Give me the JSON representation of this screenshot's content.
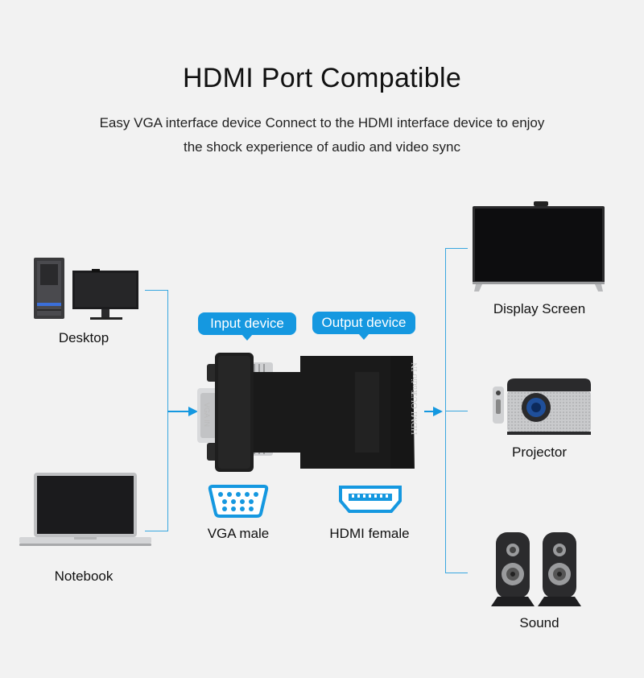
{
  "header": {
    "title": "HDMI Port Compatible",
    "subtitle_line1": "Easy VGA interface device Connect to the HDMI interface device to enjoy",
    "subtitle_line2": "the shock experience of audio and video sync"
  },
  "inputs": {
    "desktop_label": "Desktop",
    "notebook_label": "Notebook"
  },
  "adapter": {
    "input_badge": "Input device",
    "output_badge": "Output device",
    "vga_in_text": "VGA IN",
    "hdmi_out_text": "HDMI OUT",
    "audio_in_text": "Audio IN",
    "vga_port_label": "VGA male",
    "hdmi_port_label": "HDMI female"
  },
  "outputs": {
    "display_label": "Display Screen",
    "projector_label": "Projector",
    "sound_label": "Sound"
  },
  "colors": {
    "accent": "#1598e0",
    "line": "#39a7e0",
    "background": "#f2f2f2"
  },
  "icons": [
    "desktop-tower-icon",
    "monitor-icon",
    "laptop-icon",
    "vga-port-icon",
    "hdmi-port-icon",
    "tv-icon",
    "projector-icon",
    "speaker-icon"
  ]
}
